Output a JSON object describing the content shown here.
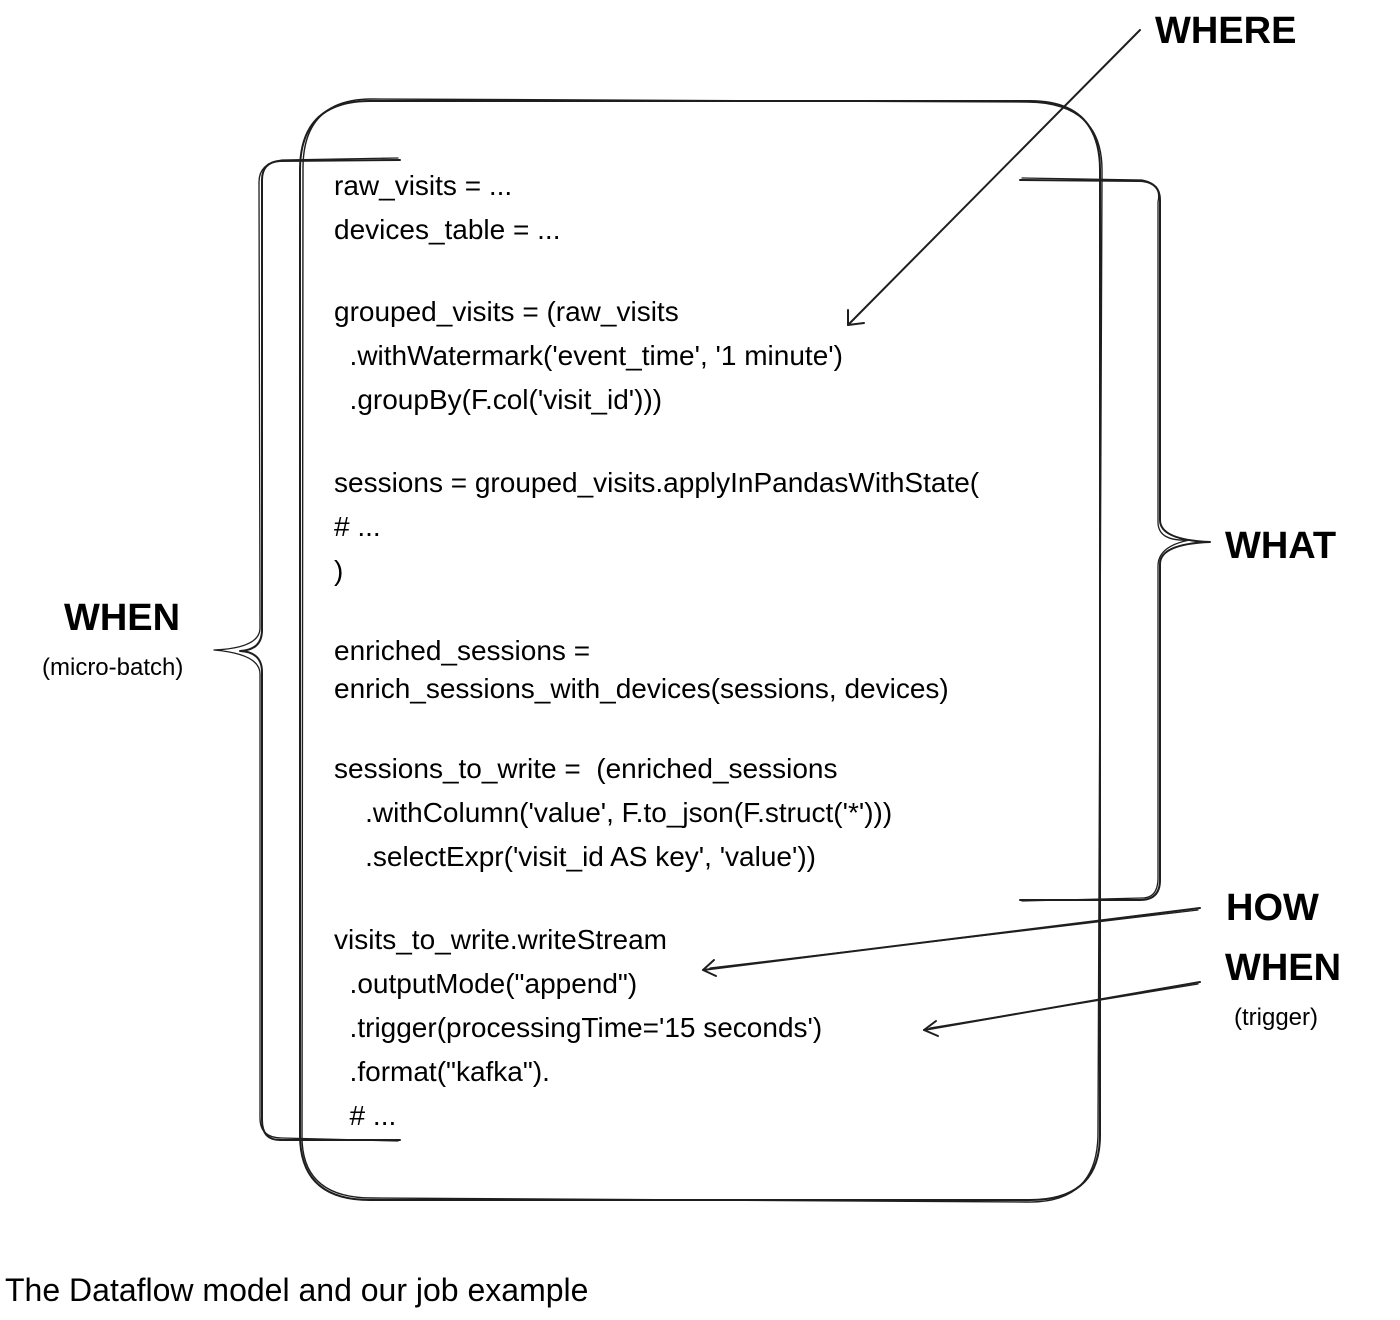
{
  "code_lines": [
    "raw_visits = ...",
    "devices_table = ...",
    "grouped_visits = (raw_visits",
    "  .withWatermark('event_time', '1 minute')",
    "  .groupBy(F.col('visit_id')))",
    "sessions = grouped_visits.applyInPandasWithState(",
    "# ...",
    ")",
    "enriched_sessions =",
    "enrich_sessions_with_devices(sessions, devices)",
    "sessions_to_write =  (enriched_sessions",
    "    .withColumn('value', F.to_json(F.struct('*')))",
    "    .selectExpr('visit_id AS key', 'value'))",
    "visits_to_write.writeStream",
    "  .outputMode(\"append\")",
    "  .trigger(processingTime='15 seconds')",
    "  .format(\"kafka\").",
    "  # ..."
  ],
  "labels": {
    "where": "WHERE",
    "what": "WHAT",
    "when_left": "WHEN",
    "when_left_sub": "(micro-batch)",
    "how": "HOW",
    "when_right": "WHEN",
    "when_right_sub": "(trigger)"
  },
  "caption": "The Dataflow model and our job example"
}
